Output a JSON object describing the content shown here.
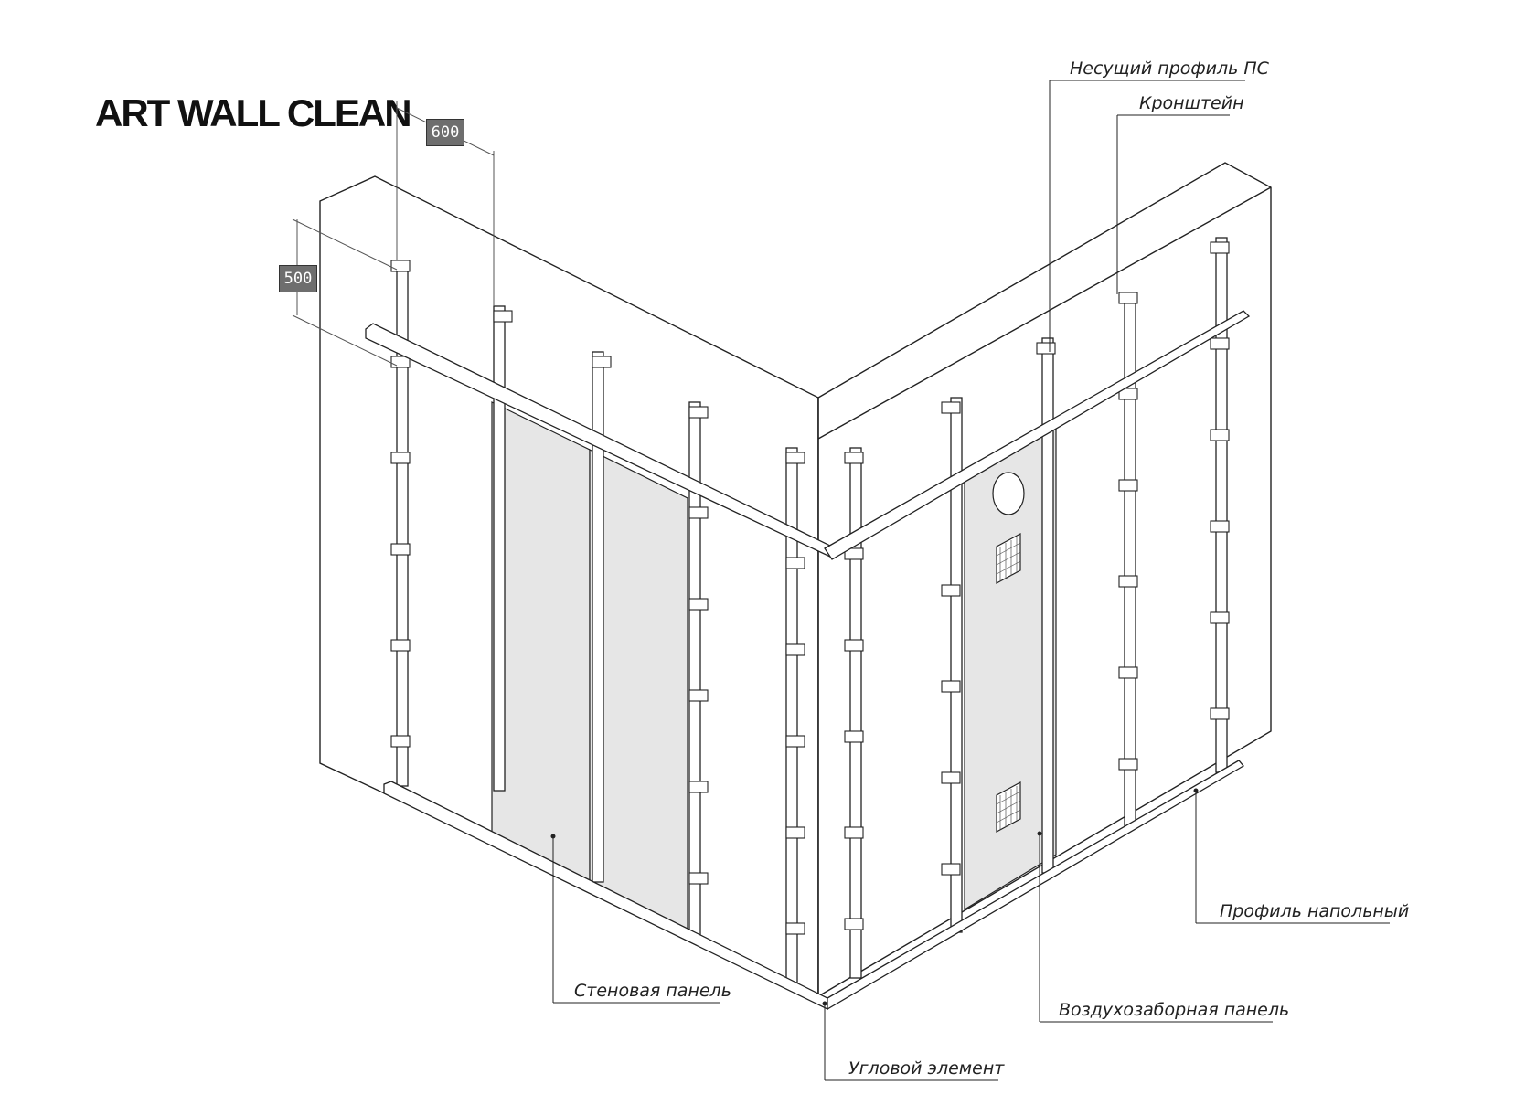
{
  "brand": {
    "name": "ART WALL CLEAN"
  },
  "dimensions": {
    "spacing_horizontal": "600",
    "spacing_vertical": "500"
  },
  "callouts": {
    "load_profile": "Несущий профиль ПС",
    "bracket": "Кронштейн",
    "floor_profile": "Профиль напольный",
    "wall_panel": "Стеновая панель",
    "air_intake_panel": "Воздухозаборная панель",
    "corner_element": "Угловой элемент"
  },
  "colors": {
    "line": "#222222",
    "panel_fill": "#e6e6e6",
    "dim_box": "#6e6e6e"
  }
}
